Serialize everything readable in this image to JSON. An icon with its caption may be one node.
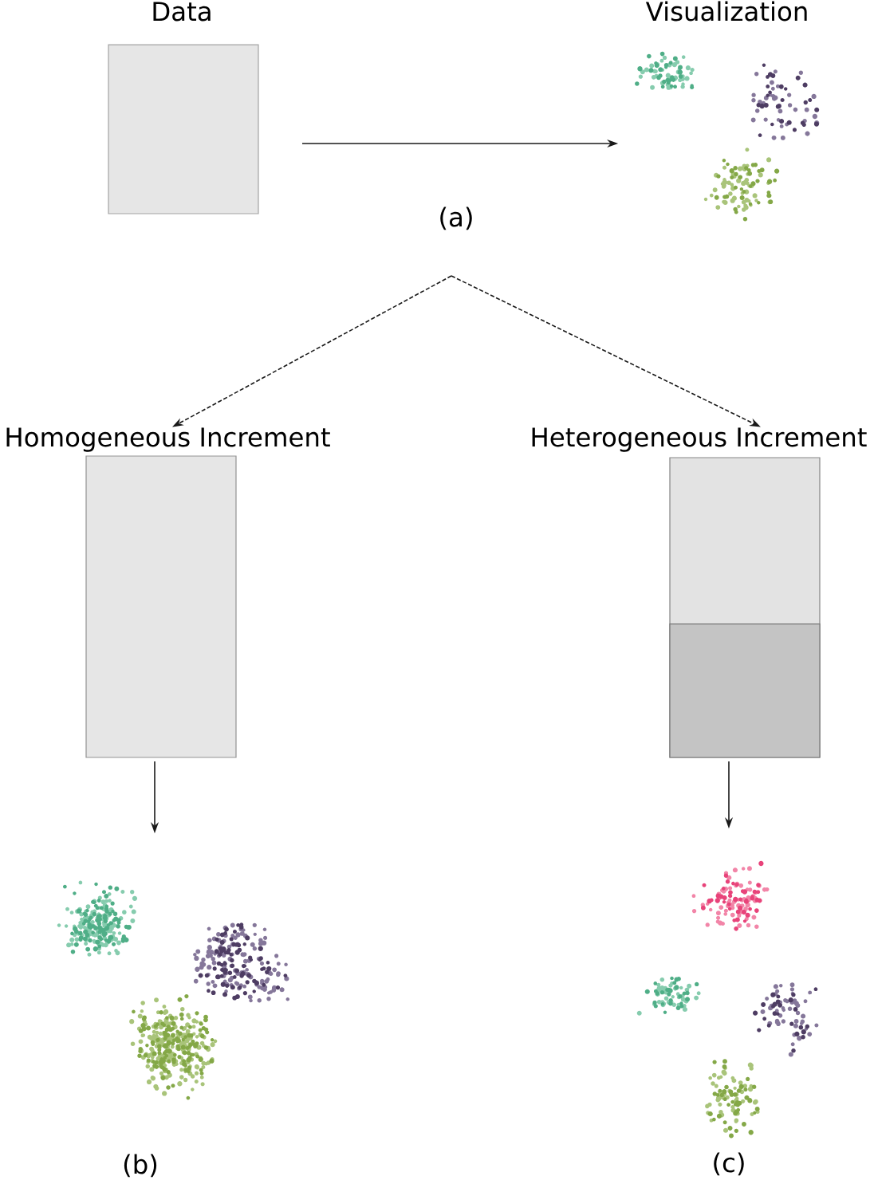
{
  "diagram": {
    "nodes": [
      {
        "text": [
          "Data"
        ]
      },
      {
        "text": [
          "Visualization"
        ]
      },
      {
        "text": [
          "Homogeneous Increment"
        ]
      },
      {
        "text": [
          "Heterogeneous Increment"
        ]
      },
      {
        "text": [],
        "shape": "box",
        "in": 3
      },
      {
        "text": [],
        "shape": "picture"
      },
      {
        "text": [],
        "shape": "picture"
      }
    ],
    "edges": [
      {
        "from": 0,
        "to": 1,
        "arrow": "to"
      },
      {
        "from": null,
        "to": 2,
        "arrow": "to",
        "style": "dashed"
      },
      {
        "from": null,
        "to": 3,
        "arrow": "to",
        "style": "dashed"
      },
      {
        "from": 2,
        "to": 5,
        "arrow": "to"
      },
      {
        "from": 3,
        "to": 6,
        "arrow": "to"
      }
    ],
    "labels": [
      "(a)",
      "(b)",
      "(c)"
    ]
  }
}
